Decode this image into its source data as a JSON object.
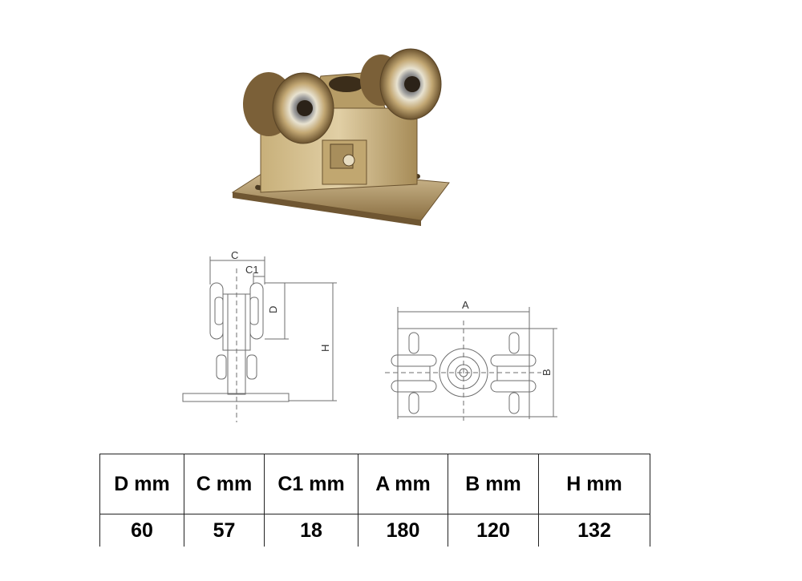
{
  "drawing": {
    "side_labels": [
      "C",
      "C1",
      "D",
      "H"
    ],
    "top_labels": [
      "A",
      "B"
    ]
  },
  "table": {
    "headers": [
      "D mm",
      "C mm",
      "C1 mm",
      "A mm",
      "B mm",
      "H mm"
    ],
    "values": [
      "60",
      "57",
      "18",
      "180",
      "120",
      "132"
    ]
  },
  "colors": {
    "bronze": "#b59b64",
    "bronze_dark": "#5a4527",
    "line": "#6d6d6d"
  }
}
